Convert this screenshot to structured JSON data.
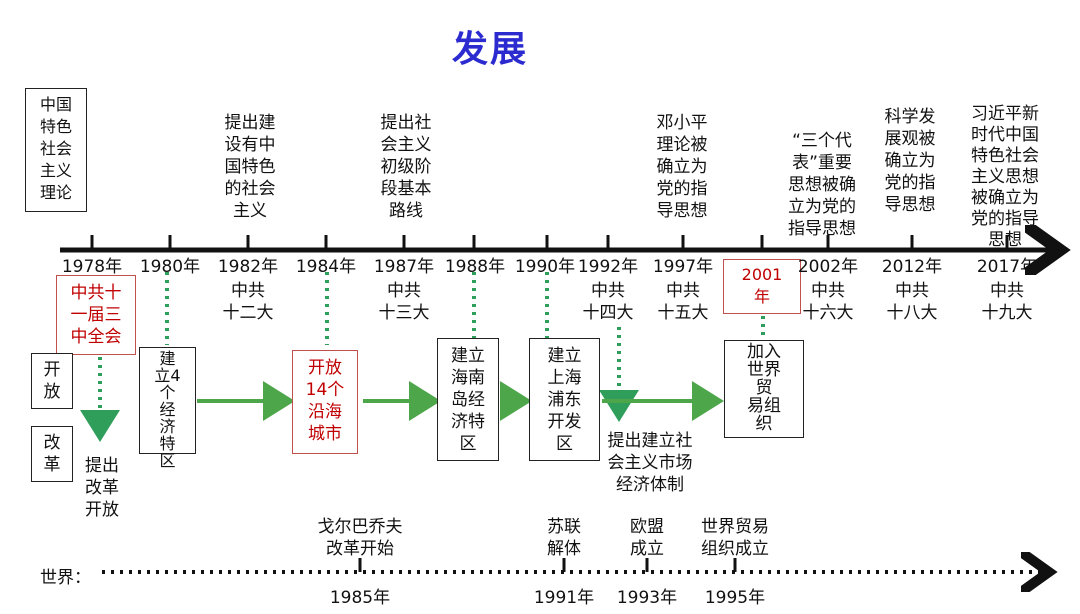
{
  "title": "发展",
  "theory_box": "中国\n特色\n社会\n主义\n理论",
  "top_events": [
    "提出建\n设有中\n国特色\n的社会\n主义",
    "提出社\n会主义\n初级阶\n段基本\n路线",
    "邓小平\n理论被\n确立为\n党的指\n导思想",
    "“三个代\n表”重要\n思想被确\n立为党的\n指导思想",
    "科学发\n展观被\n确立为\n党的指\n导思想",
    "习近平新\n时代中国\n特色社会\n主义思想\n被确立为\n党的指导\n思想"
  ],
  "years": [
    "1978年",
    "1980年",
    "1982年",
    "1984年",
    "1987年",
    "1988年",
    "1990年",
    "1992年",
    "1997年",
    "2001\n年",
    "2002年",
    "2012年",
    "2017年"
  ],
  "congresses": [
    "中共\n十二大",
    "中共\n十三大",
    "中共\n十四大",
    "中共\n十五大",
    "中共\n十六大",
    "中共\n十八大",
    "中共\n十九大"
  ],
  "plenum_box": "中共十\n一届三\n中全会",
  "open_label": "开\n放",
  "reform_label": "改\n革",
  "reform_open_text": "提出\n改革\n开放",
  "sez_box": "建\n立4\n个\n经\n济\n特\n区",
  "coastal_box": "开放\n14个\n沿海\n城市",
  "hainan_box": "建立\n海南\n岛经\n济特\n区",
  "pudong_box": "建立\n上海\n浦东\n开发\n区",
  "market_text": "提出建立社\n会主义市场\n经济体制",
  "wto_box": "加入\n世界\n贸\n易组\n织",
  "world_label": "世界：",
  "world_events": [
    {
      "text": "戈尔巴乔夫\n改革开始",
      "year": "1985年"
    },
    {
      "text": "苏联\n解体",
      "year": "1991年"
    },
    {
      "text": "欧盟\n成立",
      "year": "1993年"
    },
    {
      "text": "世界贸易\n组织成立",
      "year": "1995年"
    }
  ],
  "colors": {
    "title": "#2b2bd0",
    "green": "#4ea64a",
    "dotted_green": "#2e9e5a",
    "red": "#c00000",
    "red_border": "#c0504d"
  }
}
